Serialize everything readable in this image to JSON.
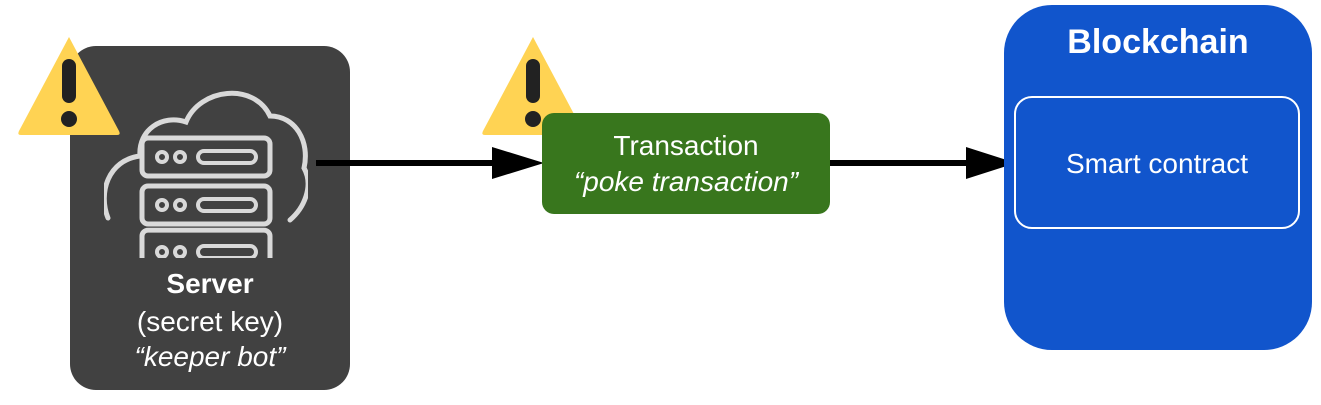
{
  "server": {
    "title": "Server",
    "subtitle": "(secret key)",
    "role": "“keeper bot”",
    "icon": "cloud-server-icon",
    "color": "#414141"
  },
  "transaction": {
    "title": "Transaction",
    "subtitle": "“poke transaction”",
    "color": "#38761d"
  },
  "blockchain": {
    "title": "Blockchain",
    "contract_label": "Smart contract",
    "color": "#1155cc"
  },
  "warnings": {
    "icon": "warning-icon",
    "color": "#ffd353"
  },
  "connectors": [
    {
      "from": "server",
      "to": "transaction"
    },
    {
      "from": "transaction",
      "to": "smart-contract"
    }
  ]
}
